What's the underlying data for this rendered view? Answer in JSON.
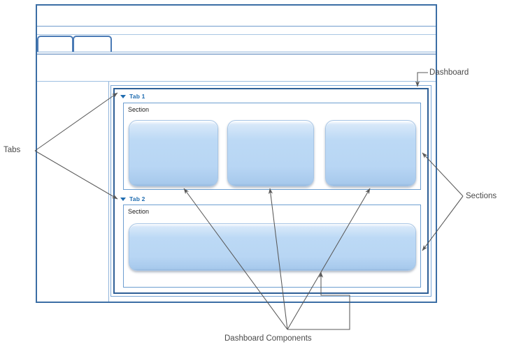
{
  "window": {
    "chrome_tabs": [
      {
        "name": "chrome-tab-1",
        "label": ""
      },
      {
        "name": "chrome-tab-2",
        "label": ""
      }
    ],
    "title": ""
  },
  "dashboard": {
    "tabs": [
      {
        "label": "Tab 1",
        "expander_icon": "caret-down-icon",
        "section": {
          "label": "Section",
          "components": [
            {
              "label": ""
            },
            {
              "label": ""
            },
            {
              "label": ""
            }
          ]
        }
      },
      {
        "label": "Tab 2",
        "expander_icon": "caret-down-icon",
        "section": {
          "label": "Section",
          "components": [
            {
              "label": ""
            }
          ]
        }
      }
    ]
  },
  "annotations": {
    "tabs": "Tabs",
    "dashboard": "Dashboard",
    "sections": "Sections",
    "components": "Dashboard Components"
  },
  "colors": {
    "frame_blue": "#3b6ea5",
    "dashboard_border": "#2e5f96",
    "tab_text": "#1f6cb0",
    "component_fill": "#bcd9f5",
    "annotation_text": "#4a4a4a",
    "leader_line": "#595959"
  }
}
